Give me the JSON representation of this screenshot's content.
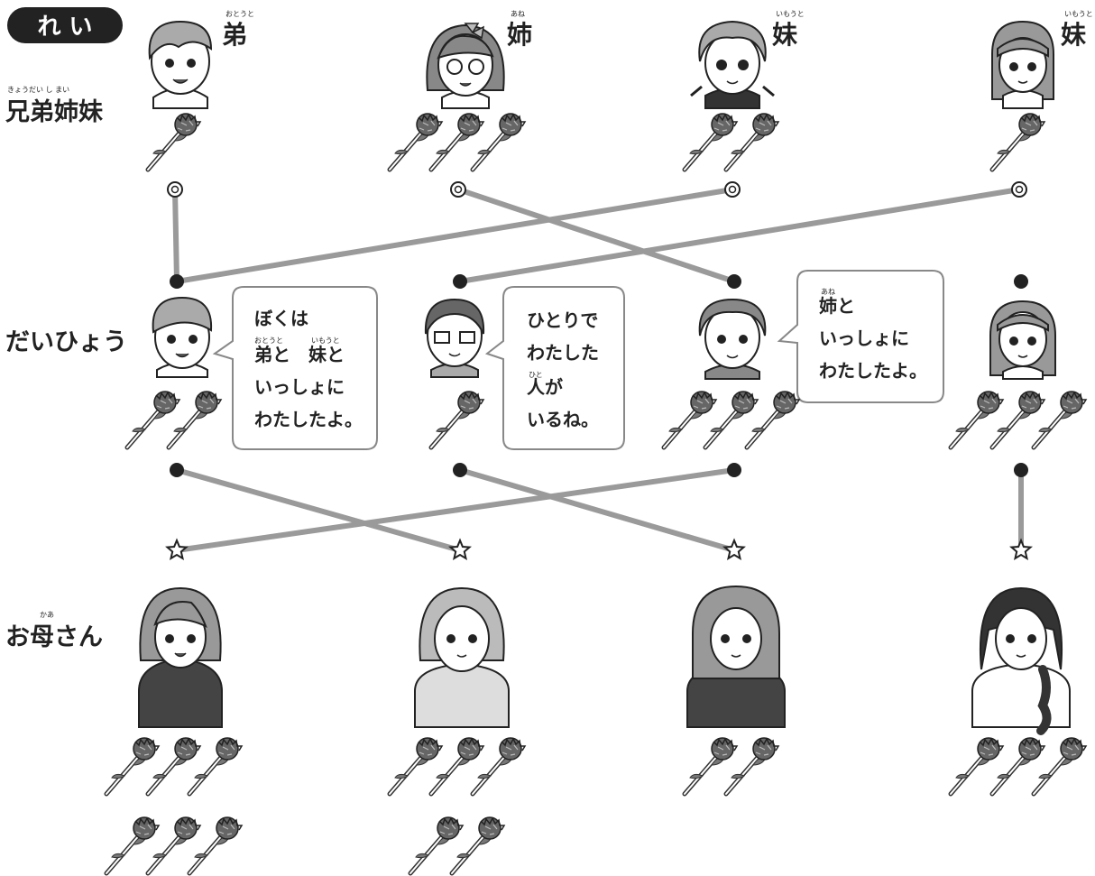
{
  "badge": {
    "label": "れ い"
  },
  "rows": {
    "siblings": {
      "label": "兄弟姉妹",
      "ruby": "きょうだい し まい"
    },
    "reps": {
      "label": "だいひょう"
    },
    "mothers": {
      "label": "お母さん",
      "ruby": "かあ"
    }
  },
  "siblings": [
    {
      "word": "弟",
      "ruby": "おとうと",
      "flowers": 1
    },
    {
      "word": "姉",
      "ruby": "あね",
      "flowers": 3
    },
    {
      "word": "妹",
      "ruby": "いもうと",
      "flowers": 2
    },
    {
      "word": "妹",
      "ruby": "いもうと",
      "flowers": 1
    }
  ],
  "reps": [
    {
      "flowers": 2
    },
    {
      "flowers": 1
    },
    {
      "flowers": 3
    },
    {
      "flowers": 3
    }
  ],
  "mothers": [
    {
      "flowers": 6
    },
    {
      "flowers": 5
    },
    {
      "flowers": 2
    },
    {
      "flowers": 3
    }
  ],
  "bubbles": [
    {
      "lines": [
        "ぼくは",
        "弟と　妹と",
        "いっしょに",
        "わたしたよ。"
      ],
      "rubies": [
        "おとうと",
        "いもうと"
      ]
    },
    {
      "lines": [
        "ひとりで",
        "わたした",
        "人が",
        "いるね。"
      ],
      "rubies": [
        "ひと"
      ]
    },
    {
      "lines": [
        "姉と",
        "いっしょに",
        "わたしたよ。"
      ],
      "rubies": [
        "あね"
      ]
    }
  ],
  "connections": {
    "sibling_to_rep": [
      [
        0,
        0
      ],
      [
        1,
        2
      ],
      [
        2,
        0
      ],
      [
        3,
        1
      ]
    ],
    "rep_to_mother": [
      [
        0,
        1
      ],
      [
        1,
        2
      ],
      [
        2,
        0
      ],
      [
        3,
        3
      ]
    ]
  }
}
